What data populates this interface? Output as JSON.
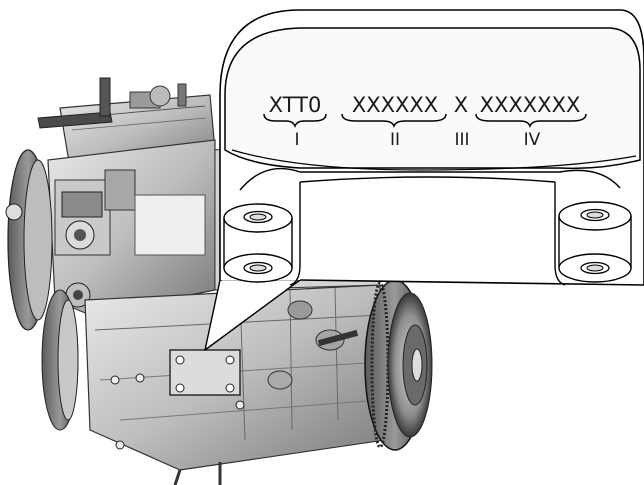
{
  "callout": {
    "segments": [
      {
        "code": "XTT0",
        "roman": "I"
      },
      {
        "code": "XXXXXX",
        "roman": "II"
      },
      {
        "code": "X",
        "roman": "III"
      },
      {
        "code": "XXXXXXX",
        "roman": "IV"
      }
    ]
  }
}
